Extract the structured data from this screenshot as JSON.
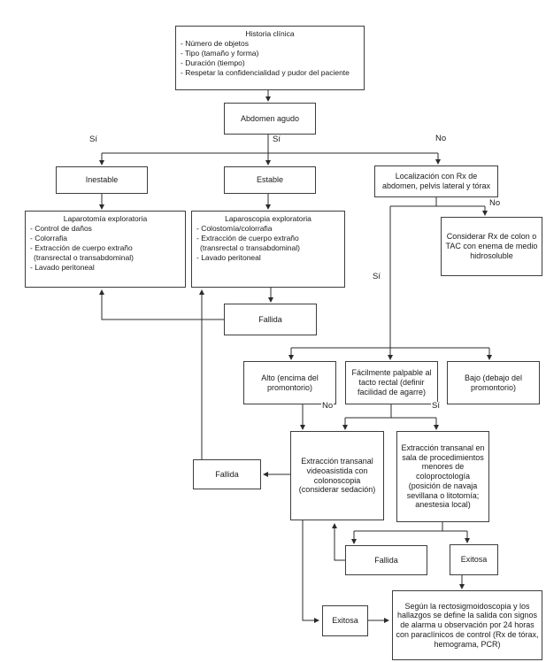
{
  "colors": {
    "background": "#ffffff",
    "box_border": "#3d3d3d",
    "line": "#2b2b2b",
    "text": "#1a1a1a"
  },
  "nodes": {
    "historia": {
      "title": "Historia clínica",
      "items": [
        "- Número de objetos",
        "- Tipo (tamaño y forma)",
        "- Duración (tiempo)",
        "- Respetar la confidencialidad y pudor del paciente"
      ]
    },
    "abdomen": {
      "label": "Abdomen agudo"
    },
    "inestable": {
      "label": "Inestable"
    },
    "estable": {
      "label": "Estable"
    },
    "localizacion": {
      "label": "Localización con Rx de abdomen, pelvis lateral y tórax"
    },
    "laparotomia": {
      "title": "Laparotomía exploratoria",
      "items": [
        "- Control de daños",
        "- Colorrafia",
        "- Extracción de cuerpo extraño",
        "(transrectal o transabdominal)",
        "- Lavado peritoneal"
      ]
    },
    "laparoscopia": {
      "title": "Laparoscopia exploratoria",
      "items": [
        "- Colostomía/colorrafia",
        "- Extracción de cuerpo extraño",
        "(transrectal o transabdominal)",
        "- Lavado peritoneal"
      ]
    },
    "considerar": {
      "label": "Considerar Rx de colon o TAC con enema de medio hidrosoluble"
    },
    "fallida_laparoscopia": {
      "label": "Fallida"
    },
    "alto": {
      "label": "Alto (encima del promontorio)"
    },
    "facilmente": {
      "label": "Fácilmente palpable al tacto rectal (definir facilidad de agarre)"
    },
    "bajo": {
      "label": "Bajo (debajo del promontorio)"
    },
    "fallida_videoasistida": {
      "label": "Fallida"
    },
    "videoasistida": {
      "label": "Extracción transanal videoasistida con colonoscopia (considerar sedación)"
    },
    "sala": {
      "label": "Extracción transanal en sala de procedimientos menores de coloproctología (posición de navaja sevillana o litotomía; anestesia local)"
    },
    "fallida_sala": {
      "label": "Fallida"
    },
    "exitosa_sala": {
      "label": "Exitosa"
    },
    "exitosa_videoasistida": {
      "label": "Exitosa"
    },
    "salida": {
      "label": "Según la rectosigmoidoscopia y los hallazgos se define la salida con signos de alarma u observación por 24 horas con paraclínicos de control (Rx de tórax, hemograma, PCR)"
    }
  },
  "edge_labels": {
    "si_left": "Sí",
    "si_mid": "Sí",
    "no_right": "No",
    "no_considerar": "No",
    "si_long": "Sí",
    "no_facil": "No",
    "si_facil": "Sí"
  }
}
